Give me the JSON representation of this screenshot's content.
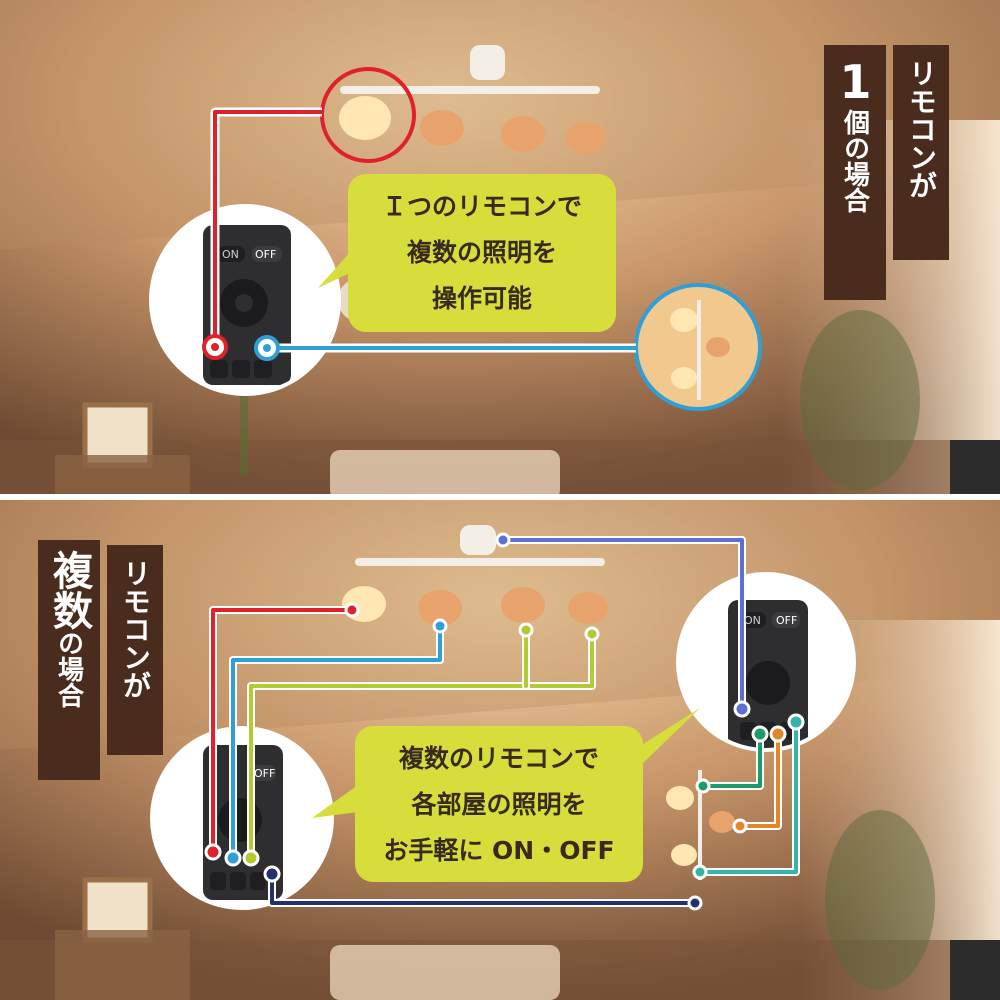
{
  "top": {
    "side_label_1": "リモコンが",
    "side_label_2_big": "1",
    "side_label_2_rest": "個の場合",
    "bubble_lines": [
      "Ｉつのリモコンで",
      "複数の照明を",
      "操作可能"
    ],
    "remote_button_on": "ON",
    "remote_button_off": "OFF"
  },
  "bottom": {
    "side_label_1": "リモコンが",
    "side_label_2_big": "複数",
    "side_label_2_rest": "の場合",
    "bubble_lines": [
      "複数のリモコンで",
      "各部屋の照明を",
      "お手軽に ON・OFF"
    ],
    "remote_button_on": "ON",
    "remote_button_off": "OFF"
  },
  "colors": {
    "label_bg": "#4a2c1e",
    "bubble_bg": "#d7dd3a",
    "red": "#e0202a",
    "blue": "#2f9fd6",
    "light_blue": "#2f9fd6",
    "yellow_green": "#b6c832",
    "purple": "#5f6fd1",
    "green": "#1c9c6a",
    "orange": "#e3862a",
    "teal": "#35b5a8",
    "navy": "#26306f"
  }
}
